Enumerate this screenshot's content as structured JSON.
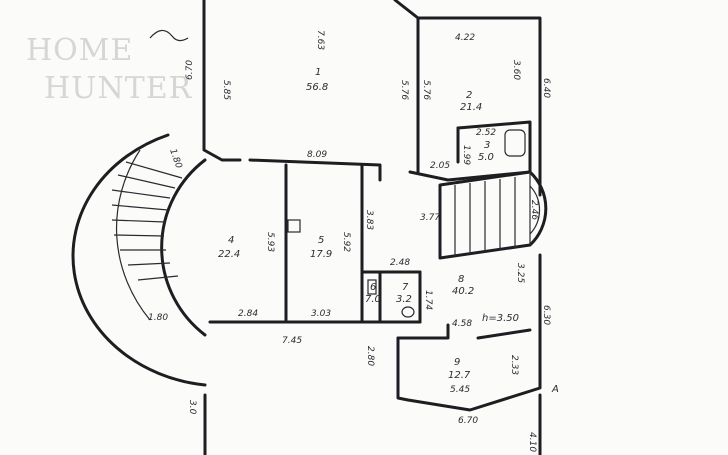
{
  "watermark": {
    "line1": "HOME",
    "line2": "HUNTER"
  },
  "rooms": [
    {
      "num": "1",
      "area": "56.8"
    },
    {
      "num": "2",
      "area": "21.4"
    },
    {
      "num": "3",
      "area": "5.0"
    },
    {
      "num": "4",
      "area": "22.4"
    },
    {
      "num": "5",
      "area": "17.9"
    },
    {
      "num": "6",
      "area": "7.0"
    },
    {
      "num": "7",
      "area": "3.2"
    },
    {
      "num": "8",
      "area": "40.2"
    },
    {
      "num": "9",
      "area": "12.7"
    }
  ],
  "height_note": "h=3.50",
  "section_marker": "A",
  "dimensions": {
    "d_670": "6.70",
    "d_585": "5.85",
    "d_763": "7.63",
    "d_422": "4.22",
    "d_576a": "5.76",
    "d_576b": "5.76",
    "d_360": "3.60",
    "d_640": "6.40",
    "d_252": "2.52",
    "d_199": "1.99",
    "d_205": "2.05",
    "d_809": "8.09",
    "d_180a": "1.80",
    "d_593": "5.93",
    "d_592": "5.92",
    "d_383": "3.83",
    "d_377": "3.77",
    "d_246": "2.46",
    "d_248": "2.48",
    "d_325": "3.25",
    "d_284": "2.84",
    "d_303": "3.03",
    "d_174": "1.74",
    "d_458": "4.58",
    "d_630": "6.30",
    "d_745": "7.45",
    "d_280": "2.80",
    "d_233": "2.33",
    "d_545": "5.45",
    "d_180b": "1.80",
    "d_30": "3.0",
    "d_670b": "6.70",
    "d_410": "4.10"
  }
}
